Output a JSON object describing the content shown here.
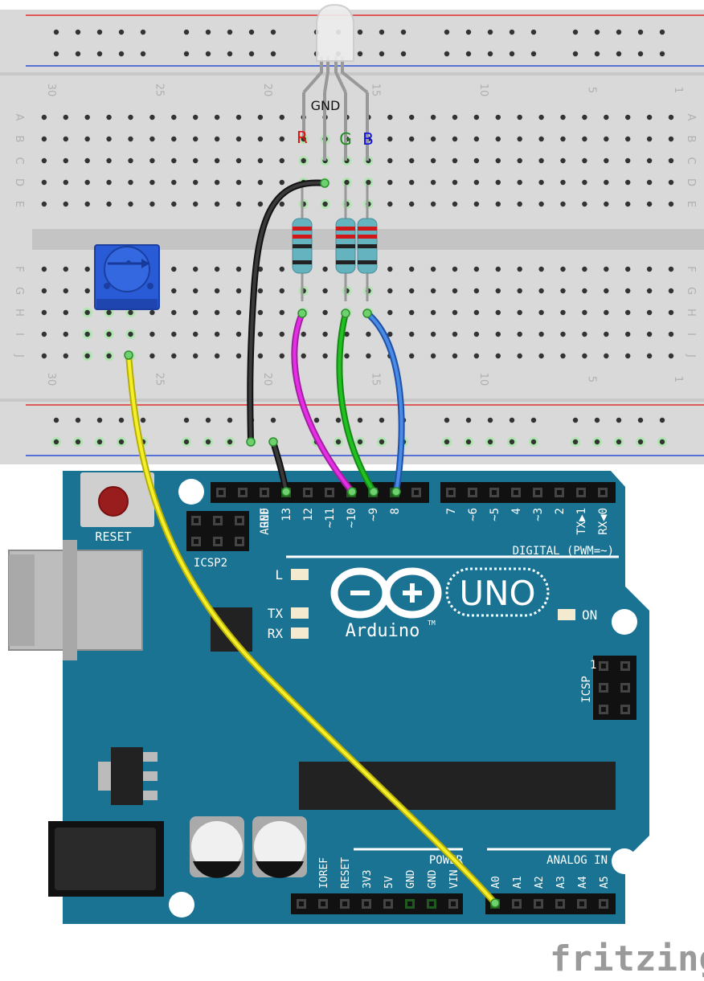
{
  "breadboard": {
    "column_numbers": [
      "30",
      "25",
      "20",
      "15",
      "10",
      "5",
      "1"
    ],
    "row_letters_top": [
      "A",
      "B",
      "C",
      "D",
      "E"
    ],
    "row_letters_bottom": [
      "F",
      "G",
      "H",
      "I",
      "J"
    ]
  },
  "led_labels": {
    "gnd": "GND",
    "r": "R",
    "g": "G",
    "b": "B"
  },
  "arduino": {
    "reset_label": "RESET",
    "icsp2_label": "ICSP2",
    "icsp_label": "ICSP",
    "icsp_pin1": "1",
    "digital_pins": [
      "AREF",
      "GND",
      "13",
      "12",
      "~11",
      "~10",
      "~9",
      "8",
      "7",
      "~6",
      "~5",
      "4",
      "~3",
      "2",
      "TX▶1",
      "RX◀0"
    ],
    "digital_label": "DIGITAL (PWM=~)",
    "led_l": "L",
    "led_tx": "TX",
    "led_rx": "RX",
    "led_on": "ON",
    "brand_uno": "UNO",
    "brand_name": "Arduino",
    "brand_tm": "TM",
    "power_pins": [
      "IOREF",
      "RESET",
      "3V3",
      "5V",
      "GND",
      "GND",
      "VIN"
    ],
    "power_label": "POWER",
    "analog_pins": [
      "A0",
      "A1",
      "A2",
      "A3",
      "A4",
      "A5"
    ],
    "analog_label": "ANALOG IN"
  },
  "watermark": "fritzing",
  "colors": {
    "board": "#1a7393",
    "breadboard": "#d9d9d9",
    "wire_black": "#222222",
    "wire_magenta": "#e62ee6",
    "wire_green": "#22b822",
    "wire_blue": "#3a7bd5",
    "wire_yellow": "#f0ea1a",
    "pot": "#2a5bd7"
  }
}
